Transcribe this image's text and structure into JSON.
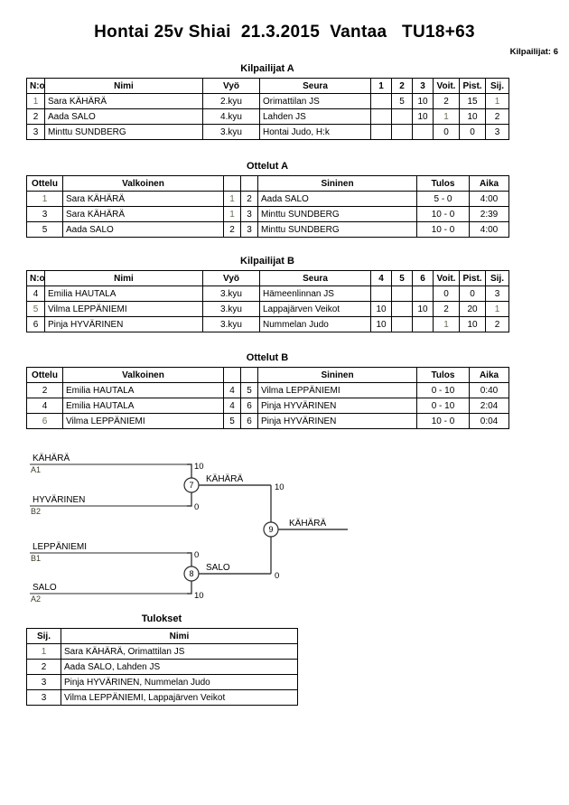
{
  "header": {
    "title": "Hontai 25v Shiai  21.3.2015  Vantaa   TU18+63",
    "competitors_label": "Kilpailijat: 6"
  },
  "pool_a": {
    "caption": "Kilpailijat A",
    "columns": [
      "N:o",
      "Nimi",
      "Vyö",
      "Seura",
      "1",
      "2",
      "3",
      "Voit.",
      "Pist.",
      "Sij."
    ],
    "rows": [
      {
        "no": "1",
        "name": "Sara KÄHÄRÄ",
        "belt": "2.kyu",
        "club": "Orimattilan JS",
        "m1": "",
        "m2": "5",
        "m3": "10",
        "wins": "2",
        "points": "15",
        "rank": "1"
      },
      {
        "no": "2",
        "name": "Aada SALO",
        "belt": "4.kyu",
        "club": "Lahden JS",
        "m1": "",
        "m2": "",
        "m3": "10",
        "wins": "1",
        "points": "10",
        "rank": "2"
      },
      {
        "no": "3",
        "name": "Minttu SUNDBERG",
        "belt": "3.kyu",
        "club": "Hontai Judo, H:k",
        "m1": "",
        "m2": "",
        "m3": "",
        "wins": "0",
        "points": "0",
        "rank": "3"
      }
    ]
  },
  "bouts_a": {
    "caption": "Ottelut A",
    "columns": [
      "Ottelu",
      "Valkoinen",
      "",
      "",
      "Sininen",
      "Tulos",
      "Aika"
    ],
    "rows": [
      {
        "bout": "1",
        "white": "Sara KÄHÄRÄ",
        "white_no": "1",
        "blue_no": "2",
        "blue": "Aada SALO",
        "result": "5 - 0",
        "time": "4:00"
      },
      {
        "bout": "3",
        "white": "Sara KÄHÄRÄ",
        "white_no": "1",
        "blue_no": "3",
        "blue": "Minttu SUNDBERG",
        "result": "10 - 0",
        "time": "2:39"
      },
      {
        "bout": "5",
        "white": "Aada SALO",
        "white_no": "2",
        "blue_no": "3",
        "blue": "Minttu SUNDBERG",
        "result": "10 - 0",
        "time": "4:00"
      }
    ]
  },
  "pool_b": {
    "caption": "Kilpailijat B",
    "columns": [
      "N:o",
      "Nimi",
      "Vyö",
      "Seura",
      "4",
      "5",
      "6",
      "Voit.",
      "Pist.",
      "Sij."
    ],
    "rows": [
      {
        "no": "4",
        "name": "Emilia HAUTALA",
        "belt": "3.kyu",
        "club": "Hämeenlinnan JS",
        "m1": "",
        "m2": "",
        "m3": "",
        "wins": "0",
        "points": "0",
        "rank": "3"
      },
      {
        "no": "5",
        "name": "Vilma LEPPÄNIEMI",
        "belt": "3.kyu",
        "club": "Lappajärven Veikot",
        "m1": "10",
        "m2": "",
        "m3": "10",
        "wins": "2",
        "points": "20",
        "rank": "1"
      },
      {
        "no": "6",
        "name": "Pinja HYVÄRINEN",
        "belt": "3.kyu",
        "club": "Nummelan Judo",
        "m1": "10",
        "m2": "",
        "m3": "",
        "wins": "1",
        "points": "10",
        "rank": "2"
      }
    ]
  },
  "bouts_b": {
    "caption": "Ottelut B",
    "columns": [
      "Ottelu",
      "Valkoinen",
      "",
      "",
      "Sininen",
      "Tulos",
      "Aika"
    ],
    "rows": [
      {
        "bout": "2",
        "white": "Emilia HAUTALA",
        "white_no": "4",
        "blue_no": "5",
        "blue": "Vilma LEPPÄNIEMI",
        "result": "0 - 10",
        "time": "0:40"
      },
      {
        "bout": "4",
        "white": "Emilia HAUTALA",
        "white_no": "4",
        "blue_no": "6",
        "blue": "Pinja HYVÄRINEN",
        "result": "0 - 10",
        "time": "2:04"
      },
      {
        "bout": "6",
        "white": "Vilma LEPPÄNIEMI",
        "white_no": "5",
        "blue_no": "6",
        "blue": "Pinja HYVÄRINEN",
        "result": "10 - 0",
        "time": "0:04"
      }
    ]
  },
  "bracket": {
    "entries": [
      {
        "name": "KÄHÄRÄ",
        "seed": "A1"
      },
      {
        "name": "HYVÄRINEN",
        "seed": "B2"
      },
      {
        "name": "LEPPÄNIEMI",
        "seed": "B1"
      },
      {
        "name": "SALO",
        "seed": "A2"
      }
    ],
    "semifinal_1": {
      "number": "7",
      "winner": "KÄHÄRÄ",
      "top_score": "10",
      "bottom_score": "0"
    },
    "semifinal_2": {
      "number": "8",
      "winner": "SALO",
      "top_score": "0",
      "bottom_score": "10"
    },
    "final": {
      "number": "9",
      "winner": "KÄHÄRÄ",
      "top_score": "10",
      "bottom_score": "0"
    }
  },
  "results": {
    "caption": "Tulokset",
    "columns": [
      "Sij.",
      "Nimi"
    ],
    "rows": [
      {
        "rank": "1",
        "name": "Sara KÄHÄRÄ, Orimattilan JS"
      },
      {
        "rank": "2",
        "name": "Aada SALO, Lahden JS"
      },
      {
        "rank": "3",
        "name": "Pinja HYVÄRINEN, Nummelan Judo"
      },
      {
        "rank": "3",
        "name": "Vilma LEPPÄNIEMI, Lappajärven Veikot"
      }
    ]
  }
}
